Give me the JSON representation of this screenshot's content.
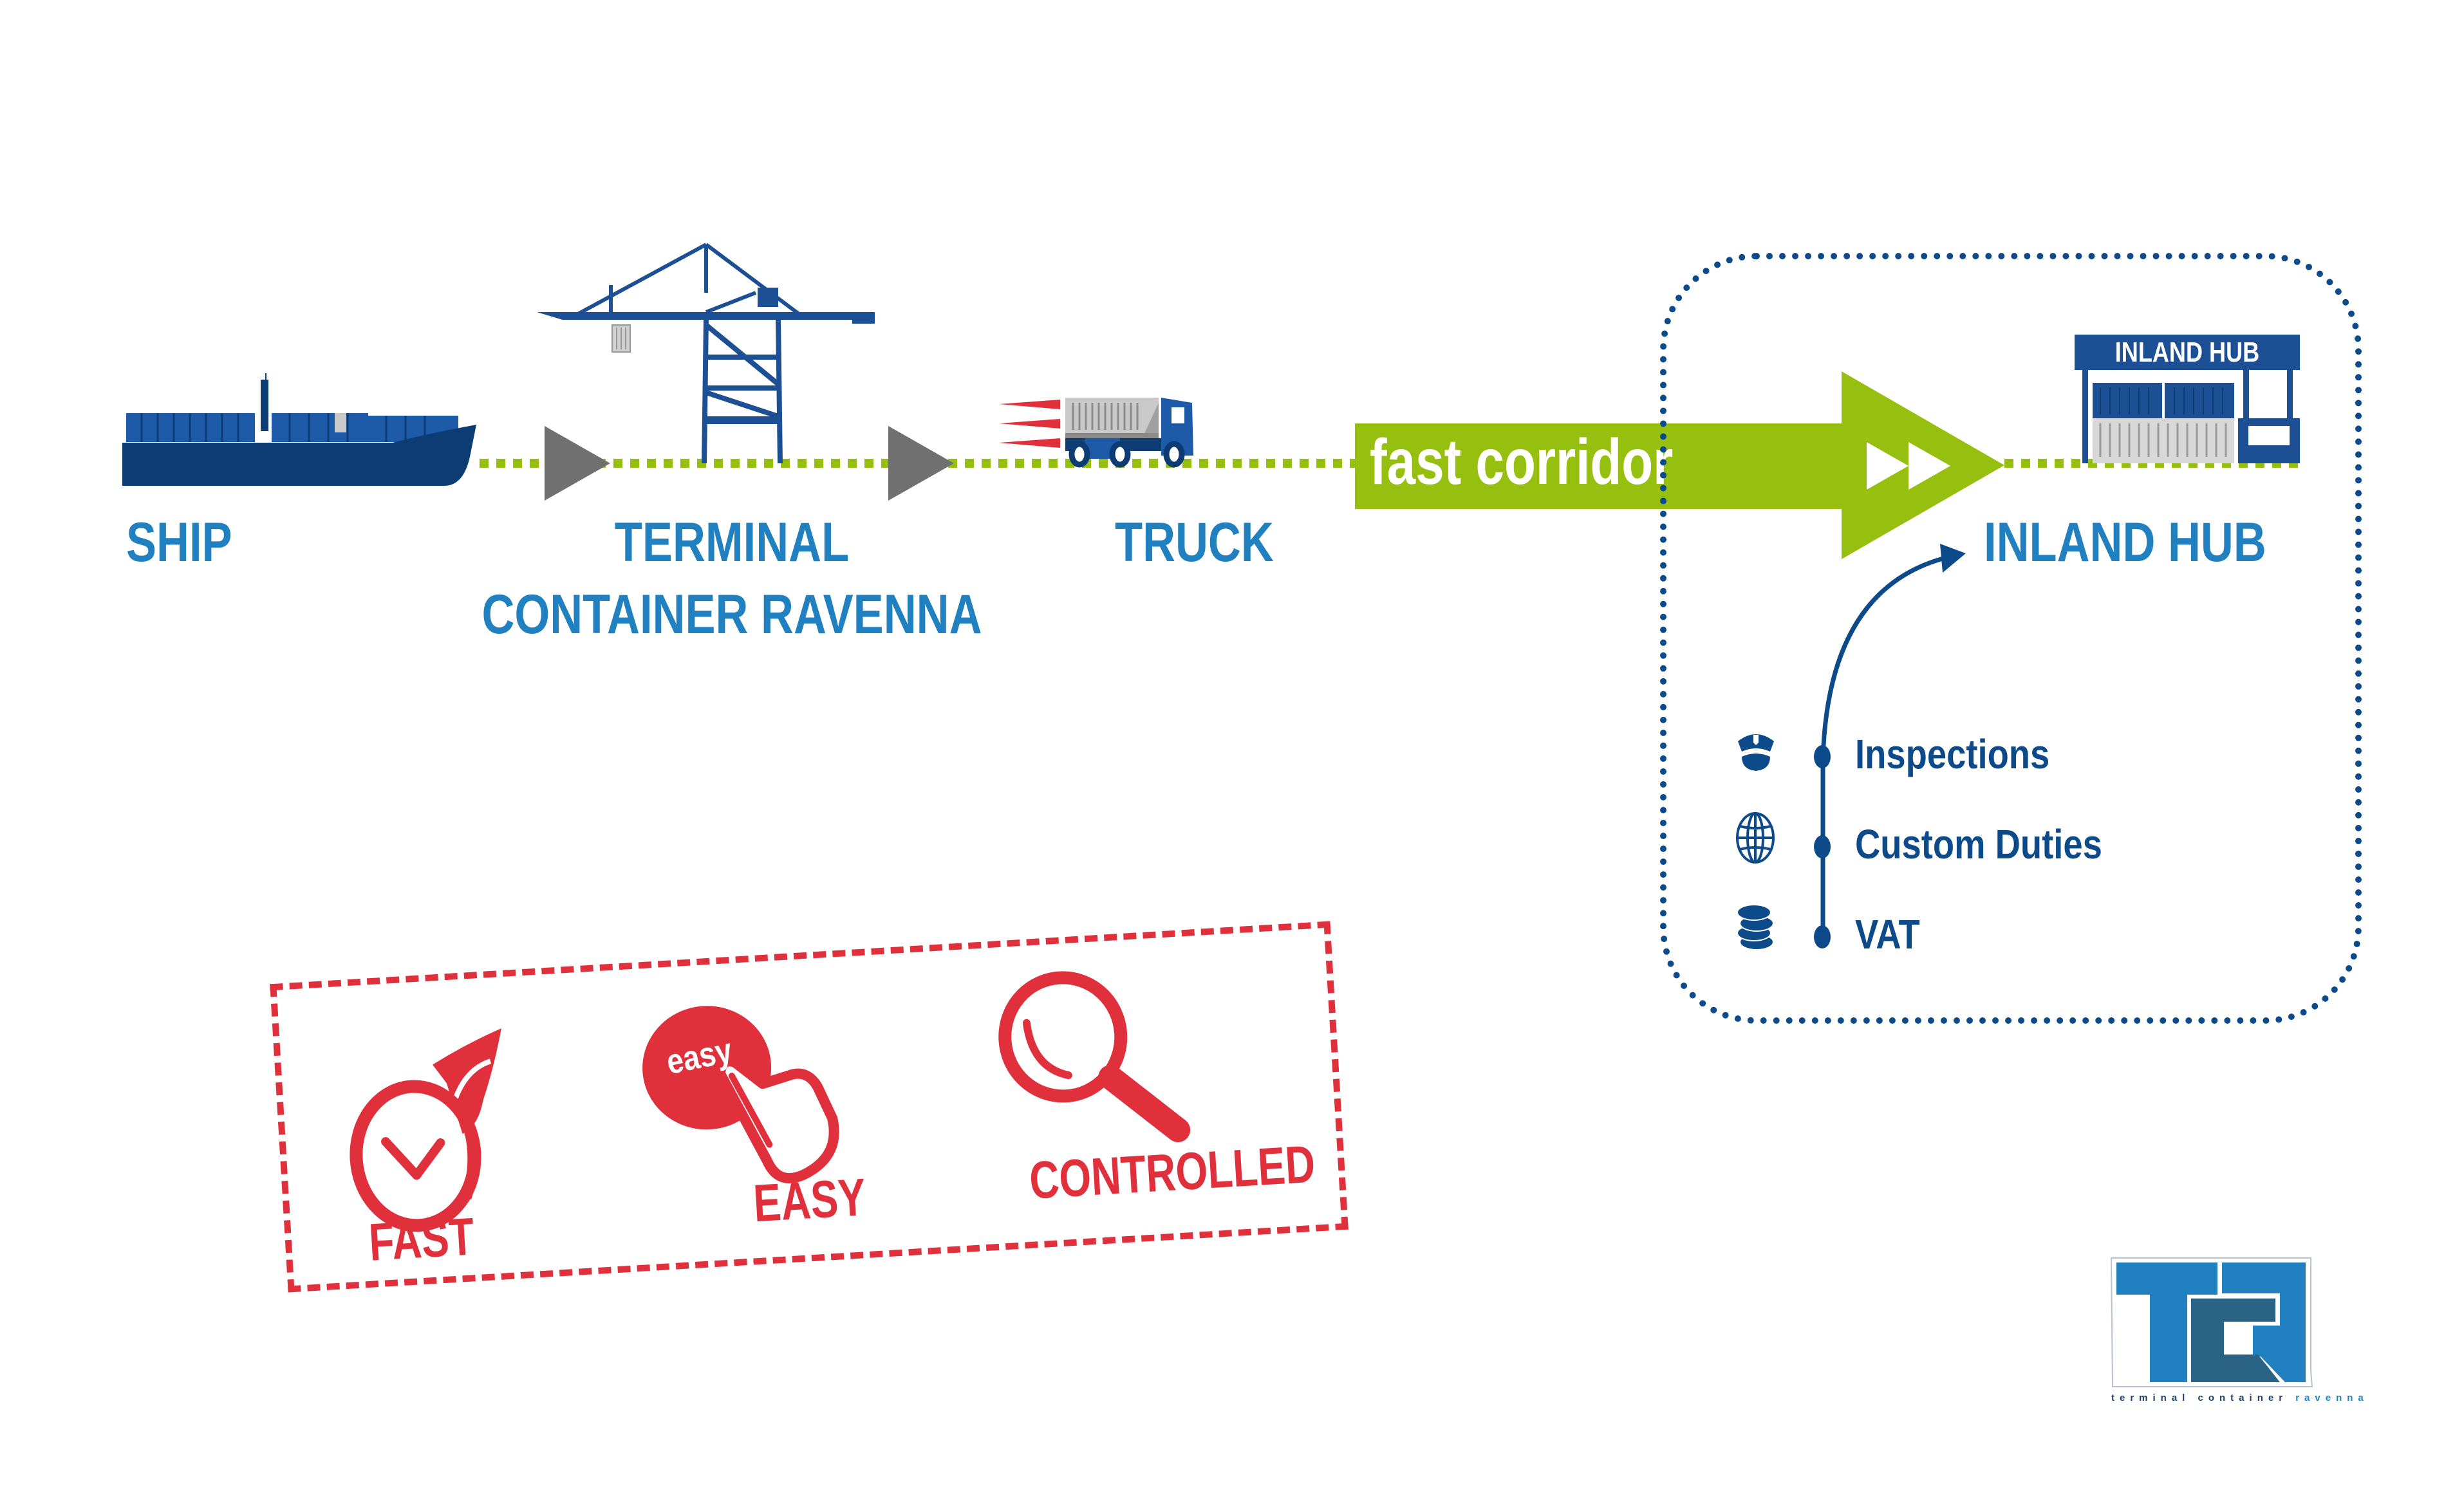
{
  "flow": {
    "stages": [
      {
        "id": "ship",
        "label": "SHIP",
        "icon": "container-ship-icon"
      },
      {
        "id": "terminal",
        "label_line1": "TERMINAL",
        "label_line2": "CONTAINER RAVENNA",
        "icon": "port-crane-icon"
      },
      {
        "id": "truck",
        "label": "TRUCK",
        "icon": "container-truck-icon"
      },
      {
        "id": "inland-hub",
        "label": "INLAND HUB",
        "icon": "inland-hub-building-icon",
        "sign_text": "INLAND HUB"
      }
    ],
    "corridor_label": "fast corridor",
    "corridor_icon": "fast-forward-icon"
  },
  "hub_services": [
    {
      "label": "Inspections",
      "icon": "customs-officer-cap-icon"
    },
    {
      "label": "Custom Duties",
      "icon": "globe-icon"
    },
    {
      "label": "VAT",
      "icon": "coin-stack-icon"
    }
  ],
  "benefits": [
    {
      "label": "FAST",
      "icon": "flaming-clock-icon"
    },
    {
      "label": "EASY",
      "icon": "easy-button-press-icon",
      "button_text": "easy"
    },
    {
      "label": "CONTROLLED",
      "icon": "magnifying-glass-icon"
    }
  ],
  "logo": {
    "letters": "TCR",
    "tagline_part1": "terminal container",
    "tagline_part2": "ravenna"
  },
  "colors": {
    "brand_blue": "#2180bf",
    "navy": "#0d3c73",
    "dark_blue": "#0d4a8a",
    "corridor_green": "#97bf10",
    "accent_red": "#e0303c",
    "arrow_gray": "#707070"
  }
}
